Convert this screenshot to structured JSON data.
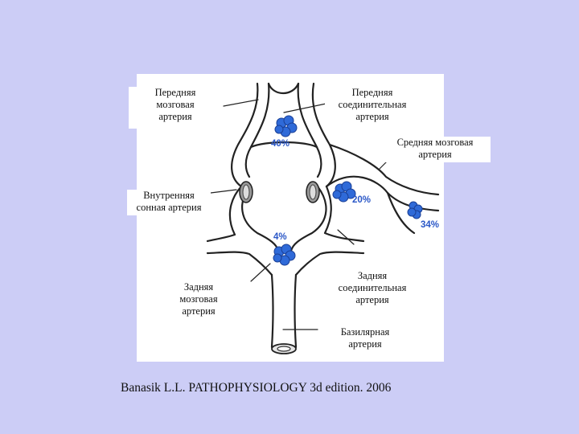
{
  "labels": {
    "anterior_cerebral": "Передняя\nмозговая\nартерия",
    "anterior_communicating": "Передняя\nсоединительная\nартерия",
    "middle_cerebral": "Средняя мозговая\nартерия",
    "internal_carotid": "Внутренняя\nсонная артерия",
    "posterior_cerebral": "Задняя\nмозговая\nартерия",
    "posterior_communicating": "Задняя\nсоединительная\nартерия",
    "basilar": "Базилярная\nартерия"
  },
  "percentages": {
    "anterior": "40%",
    "carotid": "20%",
    "middle": "34%",
    "posterior": "4%"
  },
  "caption": "Banasik L.L. PATHOPHYSIOLOGY 3d edition. 2006",
  "colors": {
    "background": "#cccdf6",
    "aneurysm": "#2f6ad8",
    "percent_text": "#2a57c7"
  }
}
